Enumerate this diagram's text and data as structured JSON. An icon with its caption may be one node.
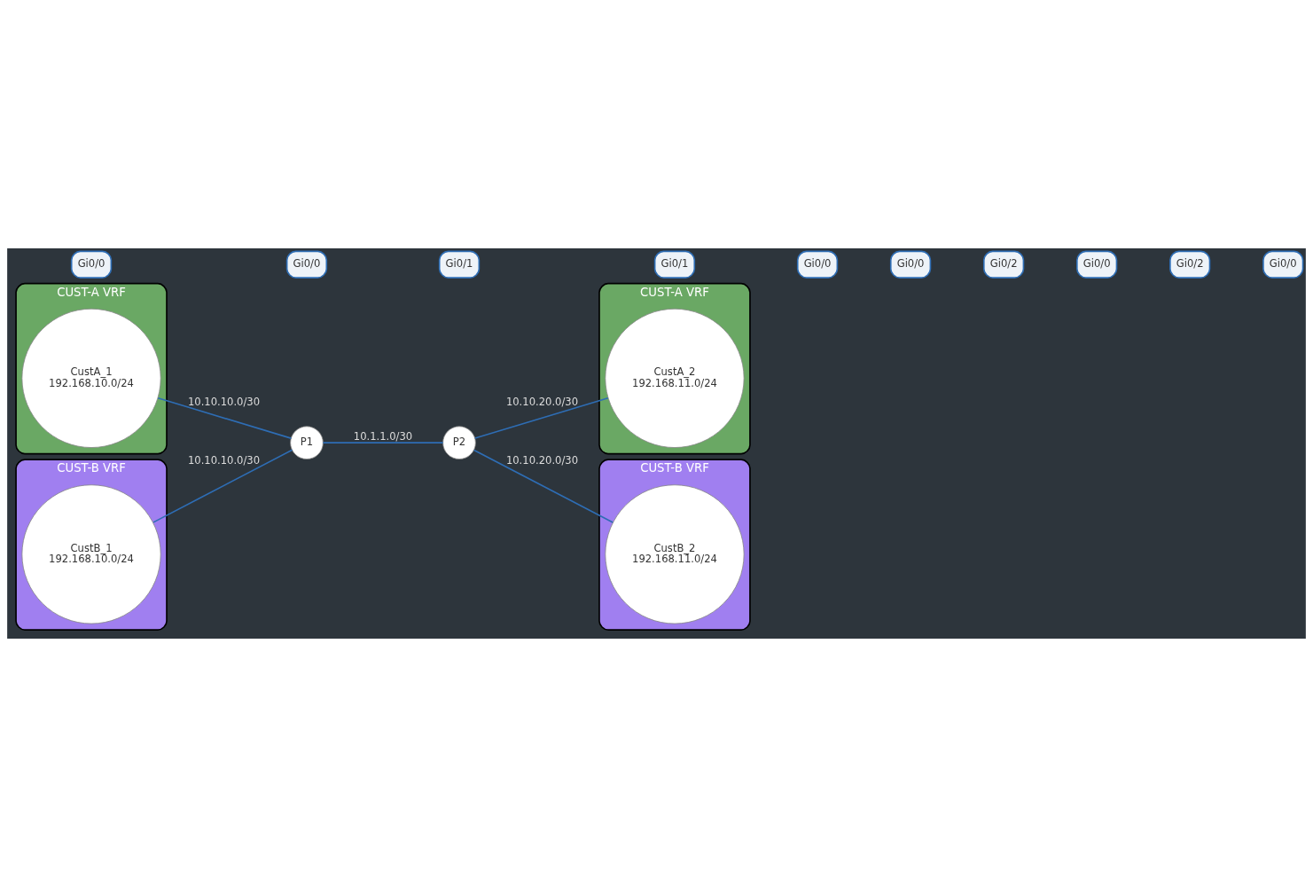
{
  "diagram": {
    "nodes": [
      {
        "text": [
          "CUST-A VRF"
        ]
      },
      {
        "text": [
          "CustA_1",
          "192.168.10.0/24"
        ],
        "in": 0
      },
      {
        "text": [
          "CUST-A VRF"
        ]
      },
      {
        "text": [
          "CustA_2",
          "192.168.11.0/24"
        ],
        "in": 2
      },
      {
        "text": [
          "P1"
        ]
      },
      {
        "text": [
          "P2"
        ]
      },
      {
        "text": [
          "CUST-B VRF"
        ]
      },
      {
        "text": [
          "CustB_1",
          "192.168.10.0/24"
        ],
        "in": 6
      },
      {
        "text": [
          "CUST-B VRF"
        ]
      },
      {
        "text": [
          "CustB_2",
          "192.168.11.0/24"
        ],
        "in": 8
      }
    ],
    "edges": [
      {
        "from": 1,
        "to": 4,
        "arrow": "none",
        "label": "10.10.10.0/30"
      },
      {
        "from": 4,
        "to": 5,
        "arrow": "none",
        "label": "10.1.1.0/30"
      },
      {
        "from": 5,
        "to": 3,
        "arrow": "none",
        "label": "10.10.20.0/30"
      },
      {
        "from": 7,
        "to": 4,
        "arrow": "none",
        "label": "10.10.10.0/30"
      },
      {
        "from": 5,
        "to": 9,
        "arrow": "none",
        "label": "10.10.20.0/30"
      }
    ],
    "labels": [
      "Gi0/0",
      "Gi0/0",
      "Gi0/1",
      "Gi0/1",
      "Gi0/0",
      "Gi0/0",
      "Gi0/2",
      "Gi0/0",
      "Gi0/2",
      "Gi0/0"
    ]
  }
}
